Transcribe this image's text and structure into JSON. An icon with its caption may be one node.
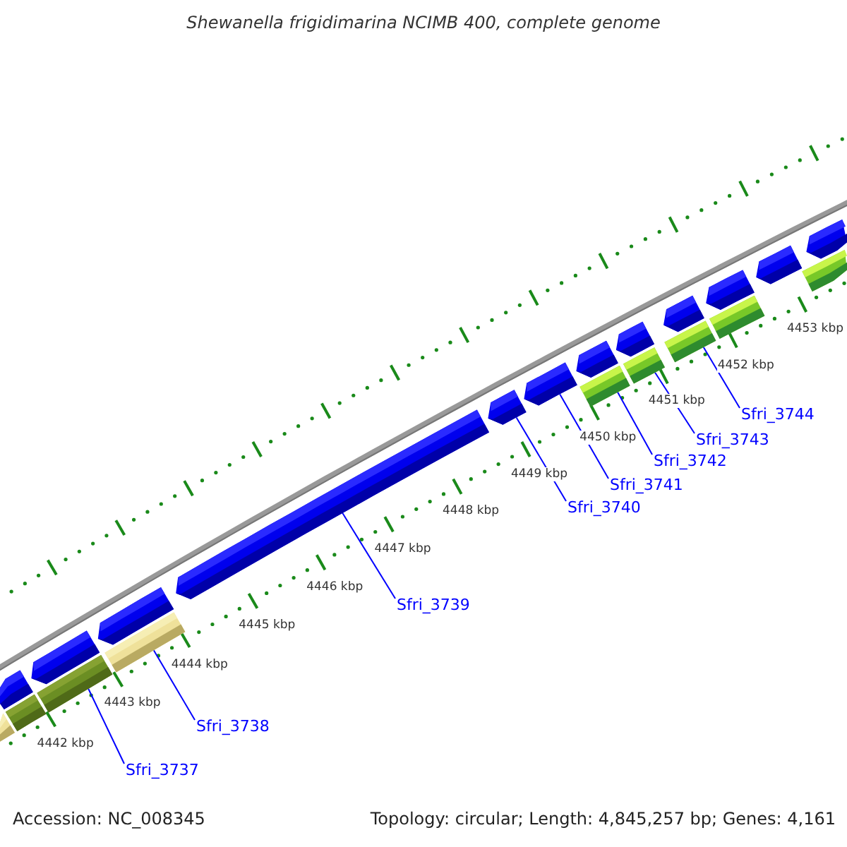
{
  "diagram": {
    "title": "Shewanella frigidimarina NCIMB 400, complete genome",
    "nodes": [
      {
        "text": [
          "Sfri_3737"
        ]
      },
      {
        "text": [
          "Sfri_3738"
        ]
      },
      {
        "text": [
          "Sfri_3739"
        ]
      },
      {
        "text": [
          "Sfri_3740"
        ]
      },
      {
        "text": [
          "Sfri_3741"
        ]
      },
      {
        "text": [
          "Sfri_3742"
        ]
      },
      {
        "text": [
          "Sfri_3743"
        ]
      },
      {
        "text": [
          "Sfri_3744"
        ]
      },
      {
        "text": [],
        "shape": "bar"
      },
      {
        "text": [],
        "shape": "arrow"
      },
      {
        "text": [],
        "shape": "bar"
      },
      {
        "text": [],
        "shape": "bar"
      },
      {
        "text": [],
        "shape": "arrow"
      },
      {
        "text": [],
        "shape": "bar"
      },
      {
        "text": [],
        "shape": "arrow"
      },
      {
        "text": [],
        "shape": "arrow"
      },
      {
        "text": [],
        "shape": "arrow"
      },
      {
        "text": [],
        "shape": "arrow"
      },
      {
        "text": [],
        "shape": "bar"
      },
      {
        "text": [],
        "shape": "arrow"
      },
      {
        "text": [],
        "shape": "bar"
      },
      {
        "text": [],
        "shape": "arrow"
      },
      {
        "text": [],
        "shape": "bar"
      },
      {
        "text": [],
        "shape": "arrow"
      },
      {
        "text": [],
        "shape": "bar"
      },
      {
        "text": [],
        "shape": "arrow"
      },
      {
        "text": [],
        "shape": "arrow"
      },
      {
        "text": [],
        "shape": "bar"
      },
      {
        "text": [],
        "shape": "arrow"
      }
    ],
    "edges": [
      {
        "from": 0,
        "to": 11,
        "arrow": "none"
      },
      {
        "from": 1,
        "to": 13,
        "arrow": "none"
      },
      {
        "from": 2,
        "to": 15,
        "arrow": "none"
      },
      {
        "from": 3,
        "to": 16,
        "arrow": "none"
      },
      {
        "from": 4,
        "to": 17,
        "arrow": "none"
      },
      {
        "from": 5,
        "to": 18,
        "arrow": "none"
      },
      {
        "from": 6,
        "to": 20,
        "arrow": "none"
      },
      {
        "from": 7,
        "to": 22,
        "arrow": "none"
      }
    ],
    "labels": [
      "4453 kbp",
      "4452 kbp",
      "4451 kbp",
      "4450 kbp",
      "4449 kbp",
      "4448 kbp",
      "4447 kbp",
      "4446 kbp",
      "4445 kbp",
      "4444 kbp",
      "4443 kbp",
      "4442 kbp",
      "Accession: NC_008345",
      "Topology: circular; Length: 4,845,257 bp; Genes: 4,161"
    ]
  }
}
